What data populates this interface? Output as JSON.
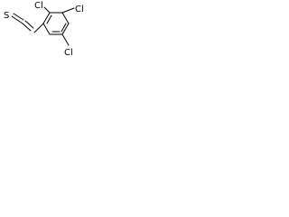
{
  "atoms": {
    "s": "S",
    "cl_top": "Cl",
    "cl_right": "Cl",
    "cl_bottom": "Cl"
  },
  "colors": {
    "background": "#ffffff",
    "ink": "#000000"
  }
}
